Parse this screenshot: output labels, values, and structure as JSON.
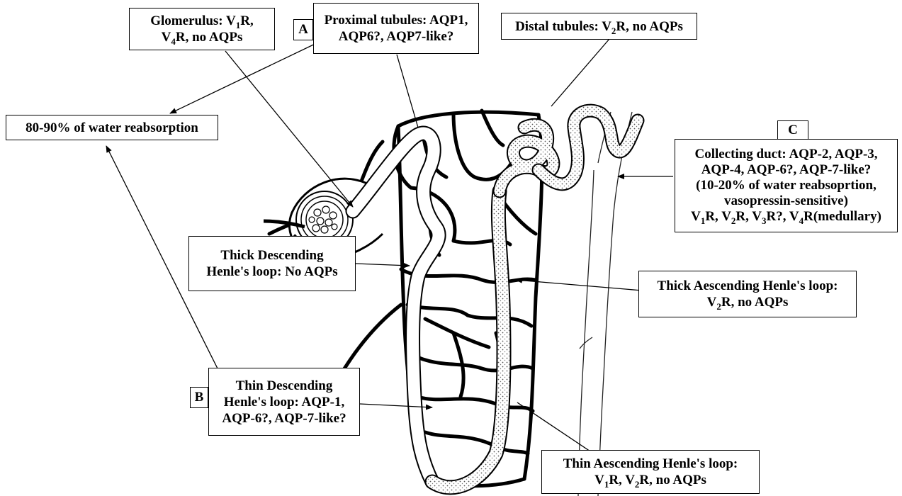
{
  "tags": {
    "a": "A",
    "b": "B",
    "c": "C"
  },
  "labels": {
    "glomerulus": {
      "line1_pre": "Glomerulus: V",
      "line1_sub": "1",
      "line1_post": "R,",
      "line2_pre": "V",
      "line2_sub": "4",
      "line2_post": "R, no AQPs"
    },
    "proximal": {
      "line1": "Proximal tubules: AQP1,",
      "line2": "AQP6?, AQP7-like?"
    },
    "distal": {
      "pre": "Distal tubules: V",
      "sub": "2",
      "post": "R, no AQPs"
    },
    "water": {
      "text": "80-90% of water reabsorption"
    },
    "collecting": {
      "line1": "Collecting duct: AQP-2, AQP-3,",
      "line2": "AQP-4, AQP-6?, AQP-7-like?",
      "line3": "(10-20% of water reabsoprtion,",
      "line4": "vasopressin-sensitive)",
      "line5": {
        "a": "V",
        "a_sub": "1",
        "b": "R, V",
        "b_sub": "2",
        "c": "R, V",
        "c_sub": "3",
        "d": "R?, V",
        "d_sub": "4",
        "e": "R(medullary)"
      }
    },
    "thick_desc": {
      "line1": "Thick Descending",
      "line2": "Henle's loop: No AQPs"
    },
    "thick_asc": {
      "line1": "Thick Aescending Henle's loop:",
      "line2_pre": "V",
      "line2_sub": "2",
      "line2_post": "R, no AQPs"
    },
    "thin_desc": {
      "line1": "Thin Descending",
      "line2": "Henle's loop: AQP-1,",
      "line3": "AQP-6?, AQP-7-like?"
    },
    "thin_asc": {
      "line1": "Thin Aescending Henle's loop:",
      "line2_a": "V",
      "line2_a_sub": "1",
      "line2_b": "R, V",
      "line2_b_sub": "2",
      "line2_c": "R, no AQPs"
    }
  }
}
